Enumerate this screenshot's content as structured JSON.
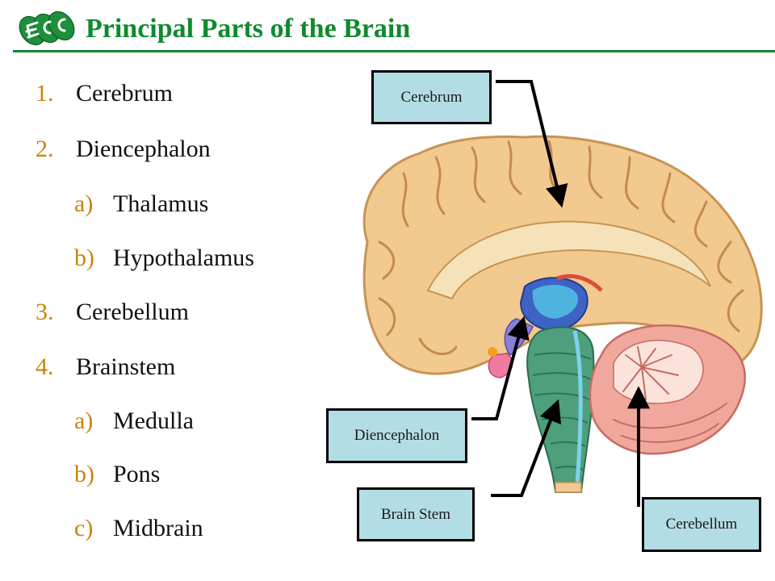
{
  "slide": {
    "title": "Principal Parts of the Brain"
  },
  "outline": [
    {
      "num": "1.",
      "text": "Cerebrum"
    },
    {
      "num": "2.",
      "text": "Diencephalon"
    },
    {
      "num": "a)",
      "text": "Thalamus"
    },
    {
      "num": "b)",
      "text": "Hypothalamus"
    },
    {
      "num": "3.",
      "text": "Cerebellum"
    },
    {
      "num": "4.",
      "text": "Brainstem"
    },
    {
      "num": "a)",
      "text": "Medulla"
    },
    {
      "num": "b)",
      "text": "Pons"
    },
    {
      "num": "c)",
      "text": "Midbrain"
    }
  ],
  "labels": {
    "cerebrum": "Cerebrum",
    "diencephalon": "Diencephalon",
    "brain_stem": "Brain Stem",
    "cerebellum": "Cerebellum"
  },
  "colors": {
    "title": "#0f8a2e",
    "numbering": "#c8840a",
    "label_fill": "#b3dde4",
    "cortex": "#f2c98f",
    "cerebellum": "#f0a79c",
    "brainstem": "#4e9f7c"
  },
  "icons": {
    "logo": "ecc-logo-icon"
  }
}
